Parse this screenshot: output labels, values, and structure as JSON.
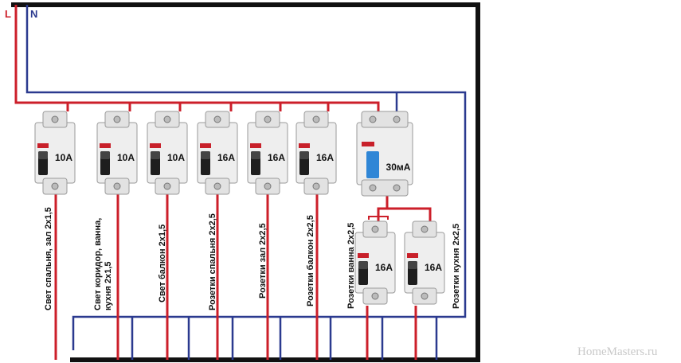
{
  "wire_labels": {
    "phase": "L",
    "neutral": "N"
  },
  "colors": {
    "phase": "#cc1f2a",
    "neutral": "#2b3a8f",
    "frame": "#111111",
    "rcd_toggle": "#2f86d6"
  },
  "breakers": [
    {
      "rating": "10A",
      "circuit": [
        "Свет спальня, зал 2х1,5"
      ]
    },
    {
      "rating": "10A",
      "circuit": [
        "Свет коридор, ванна,",
        "кухня 2х1,5"
      ]
    },
    {
      "rating": "10A",
      "circuit": [
        "Свет балкон 2х1,5"
      ]
    },
    {
      "rating": "16A",
      "circuit": [
        "Розетки спальня 2х2,5"
      ]
    },
    {
      "rating": "16A",
      "circuit": [
        "Розетки зал 2х2,5"
      ]
    },
    {
      "rating": "16A",
      "circuit": [
        "Розетки балкон 2х2,5"
      ]
    }
  ],
  "rcd": {
    "rating": "30мА"
  },
  "rcd_breakers": [
    {
      "rating": "16A",
      "circuit": [
        "Розетки ванна 2х2,5"
      ]
    },
    {
      "rating": "16A",
      "circuit": [
        "Розетки кухня 2х2,5"
      ]
    }
  ],
  "watermark": "HomeMasters.ru"
}
